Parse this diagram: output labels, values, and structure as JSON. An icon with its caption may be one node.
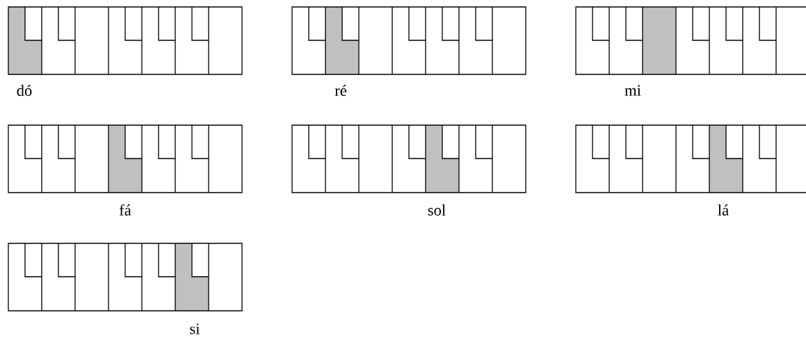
{
  "diagram": {
    "labels": [
      "dó",
      "ré",
      "mi",
      "fá",
      "sol",
      "lá",
      "si"
    ]
  }
}
